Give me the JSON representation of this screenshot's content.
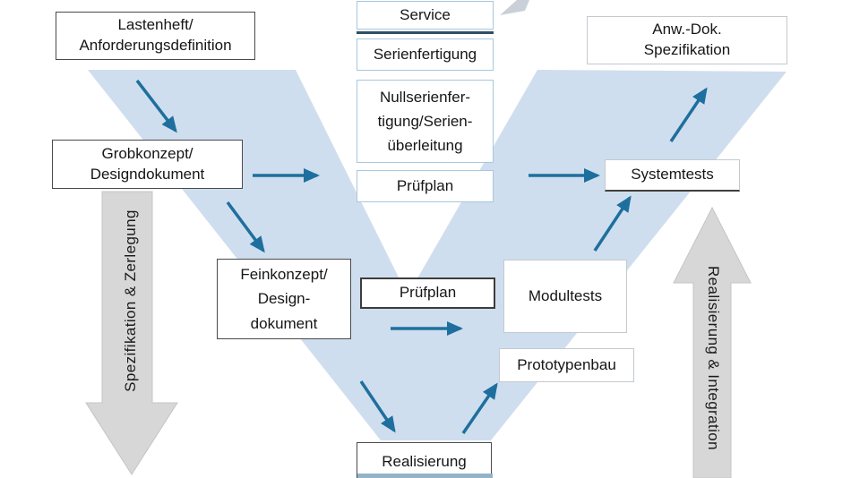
{
  "colors": {
    "v_band": "#cfdeee",
    "flow_arrow": "#1e6f9e",
    "gray_arrow_fill": "#d7d7d7",
    "gray_arrow_edge": "#c4c4c4",
    "dark_border": "#4a4a4a",
    "column_border": "#a9c7de",
    "dark_separator": "#2e4f63"
  },
  "boxes": {
    "lastenheft": {
      "lines": [
        "Lastenheft/",
        "Anforderungsdefinition"
      ]
    },
    "grobkonzept": {
      "lines": [
        "Grobkonzept/",
        "Designdokument"
      ]
    },
    "feinkonzept": {
      "lines": [
        "Feinkonzept/",
        "Design-",
        "dokument"
      ]
    },
    "pruefplan_mitte": {
      "label": "Prüfplan"
    },
    "realisierung": {
      "label": "Realisierung"
    },
    "modultests": {
      "label": "Modultests"
    },
    "prototypenbau": {
      "label": "Prototypenbau"
    },
    "systemtests": {
      "label": "Systemtests"
    },
    "anw_dok": {
      "lines": [
        "Anw.-Dok.",
        "Spezifikation"
      ]
    }
  },
  "column": {
    "service": {
      "label": "Service"
    },
    "serienfertigung": {
      "label": "Serienfertigung"
    },
    "nullserienfertigung": {
      "lines": [
        "Nullserienfer-",
        "tigung/Serien-",
        "überleitung"
      ]
    },
    "pruefplan_oben": {
      "label": "Prüfplan"
    }
  },
  "side_arrows": {
    "left_label": "Spezifikation & Zerlegung",
    "right_label": "Realisierung & Integration"
  }
}
